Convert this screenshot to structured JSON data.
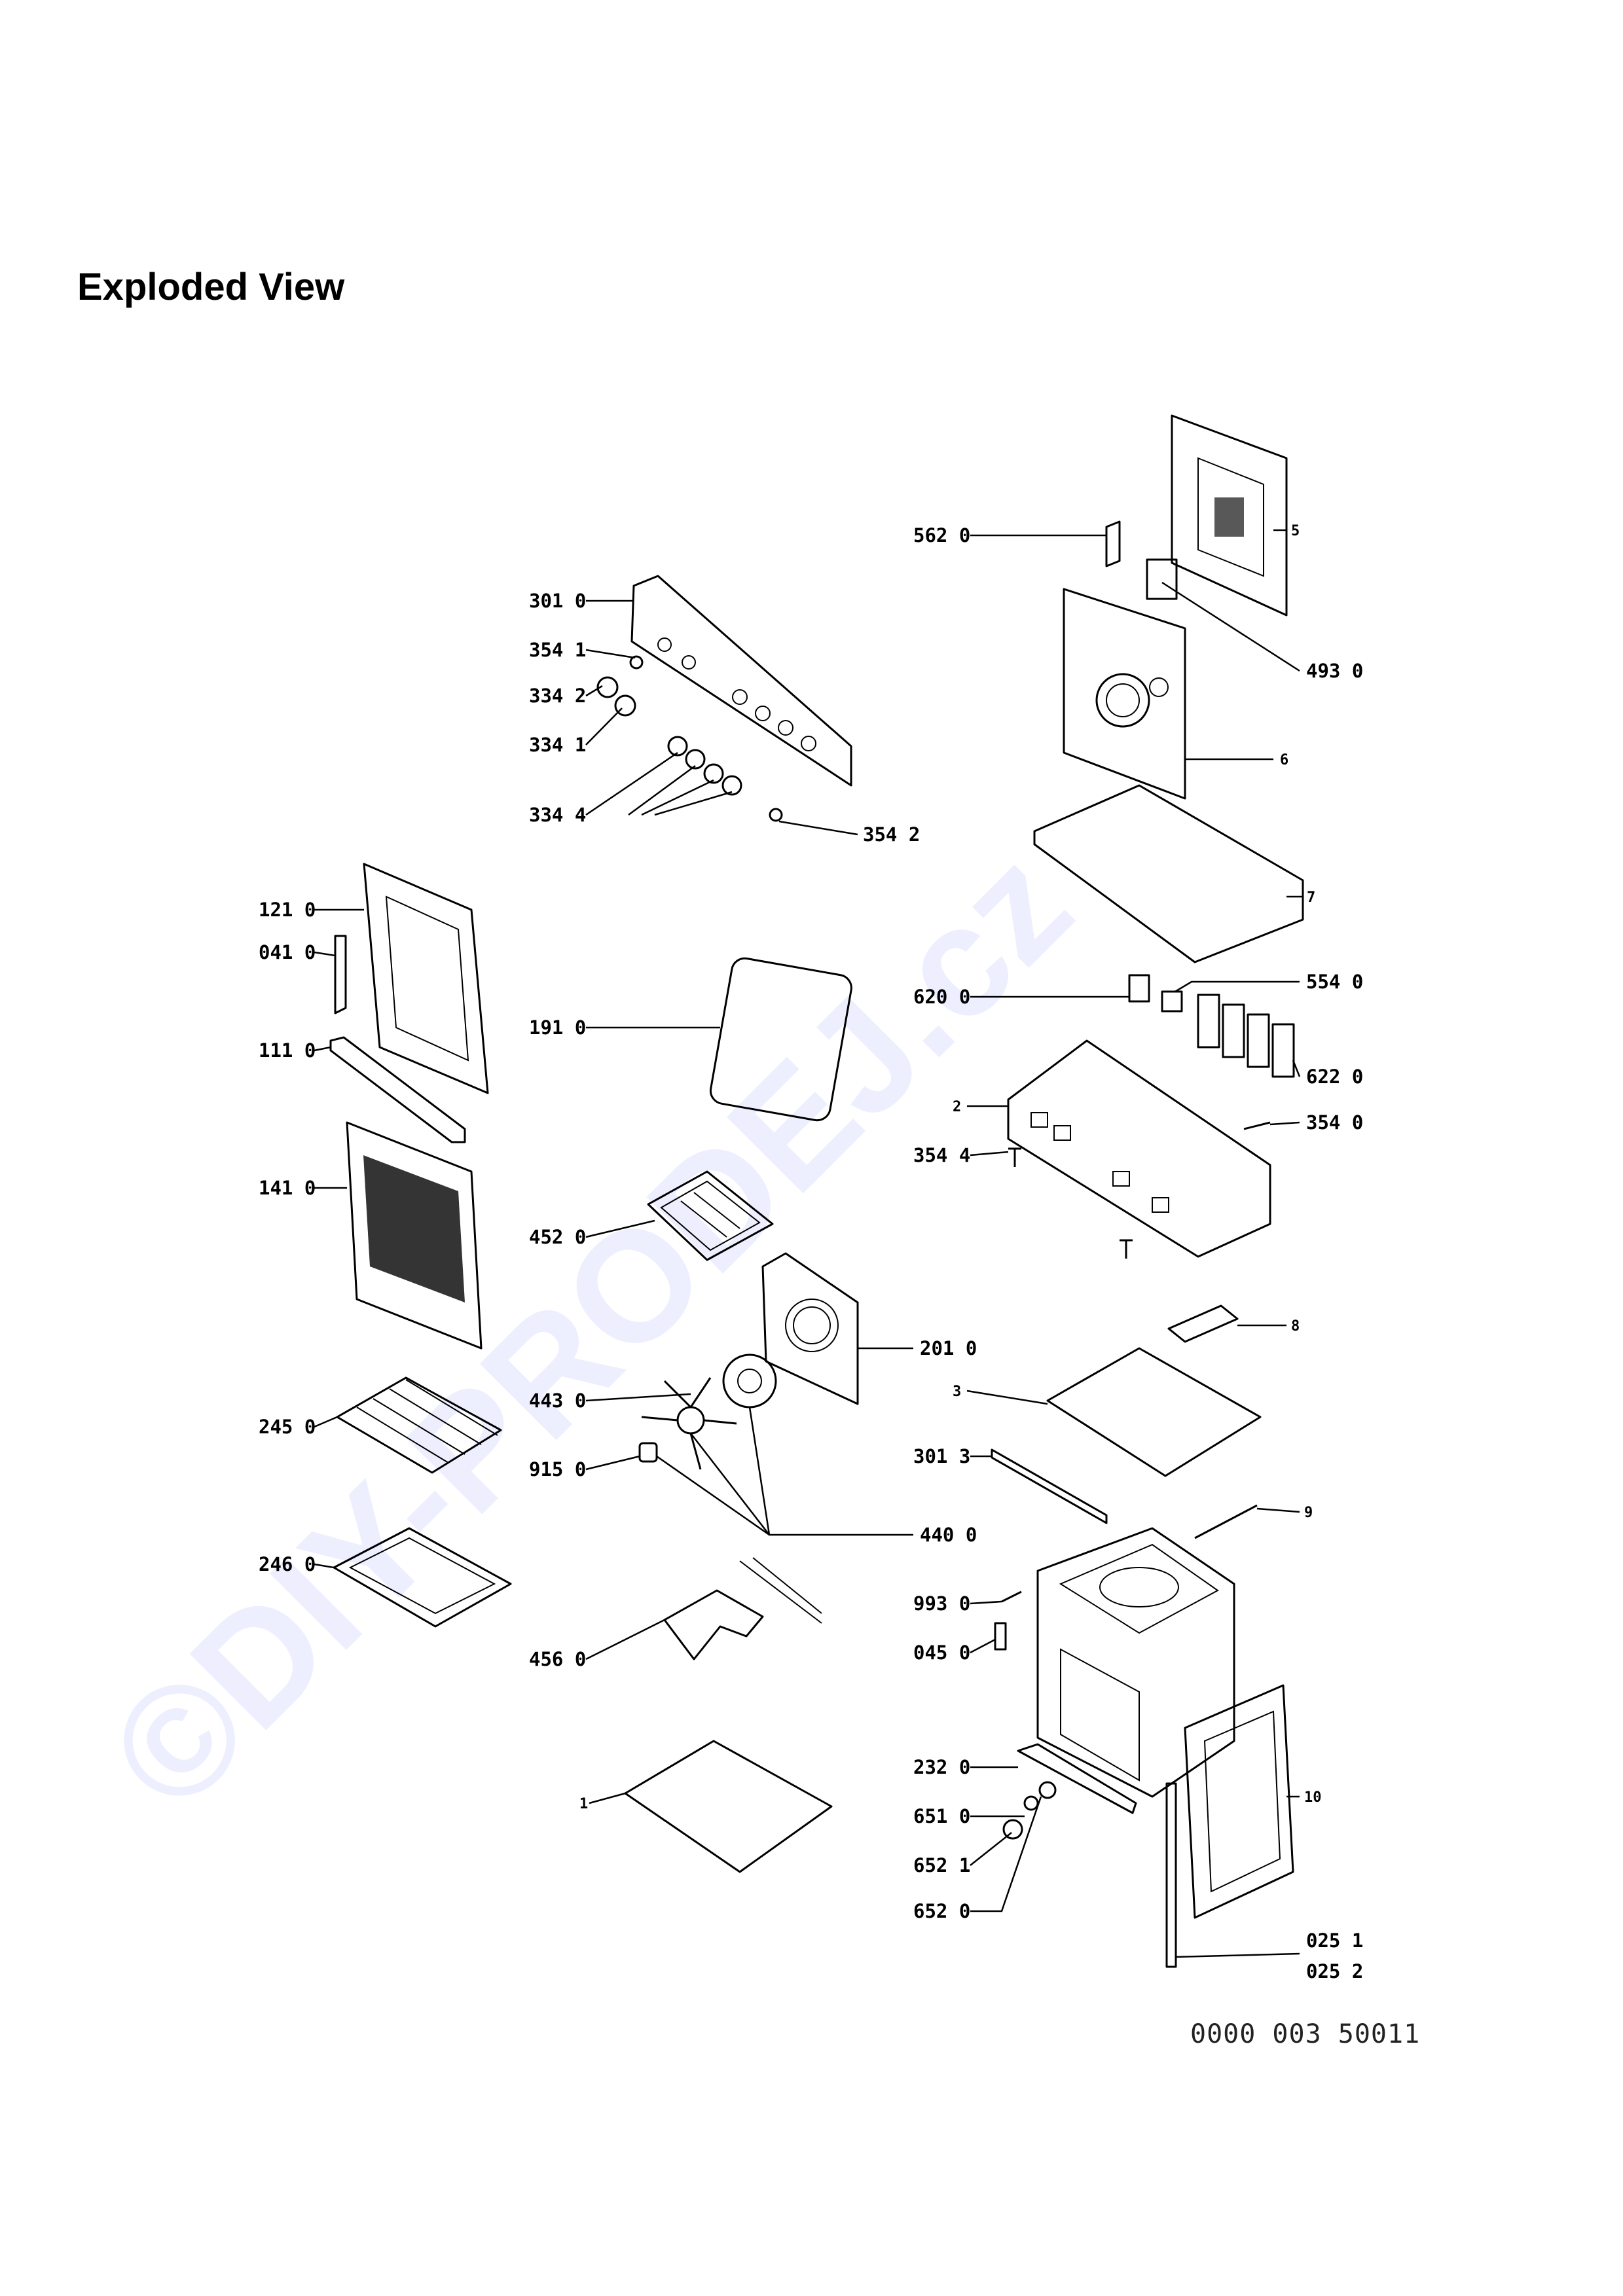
{
  "title": "Exploded View",
  "watermark": "©DIY-PRODEJ.cz",
  "drawing_code": "0000 003 50011",
  "part_labels": {
    "p562_0": "562 0",
    "p301_0": "301 0",
    "p354_1": "354 1",
    "p334_2": "334 2",
    "p334_1": "334 1",
    "p334_4": "334 4",
    "p354_2": "354 2",
    "p5": "5",
    "p493_0": "493 0",
    "p6": "6",
    "p7": "7",
    "p121_0": "121 0",
    "p041_0": "041 0",
    "p111_0": "111 0",
    "p191_0": "191 0",
    "p620_0": "620 0",
    "p554_0": "554 0",
    "p622_0": "622 0",
    "p2": "2",
    "p354_0": "354 0",
    "p354_4": "354 4",
    "p141_0": "141 0",
    "p452_0": "452 0",
    "p201_0": "201 0",
    "p8": "8",
    "p443_0": "443 0",
    "p3": "3",
    "p245_0": "245 0",
    "p915_0": "915 0",
    "p301_3": "301 3",
    "p9": "9",
    "p440_0": "440 0",
    "p246_0": "246 0",
    "p993_0": "993 0",
    "p456_0": "456 0",
    "p045_0": "045 0",
    "p232_0": "232 0",
    "p1": "1",
    "p651_0": "651 0",
    "p10": "10",
    "p652_1": "652 1",
    "p652_0": "652 0",
    "p025_1": "025 1",
    "p025_2": "025 2"
  }
}
